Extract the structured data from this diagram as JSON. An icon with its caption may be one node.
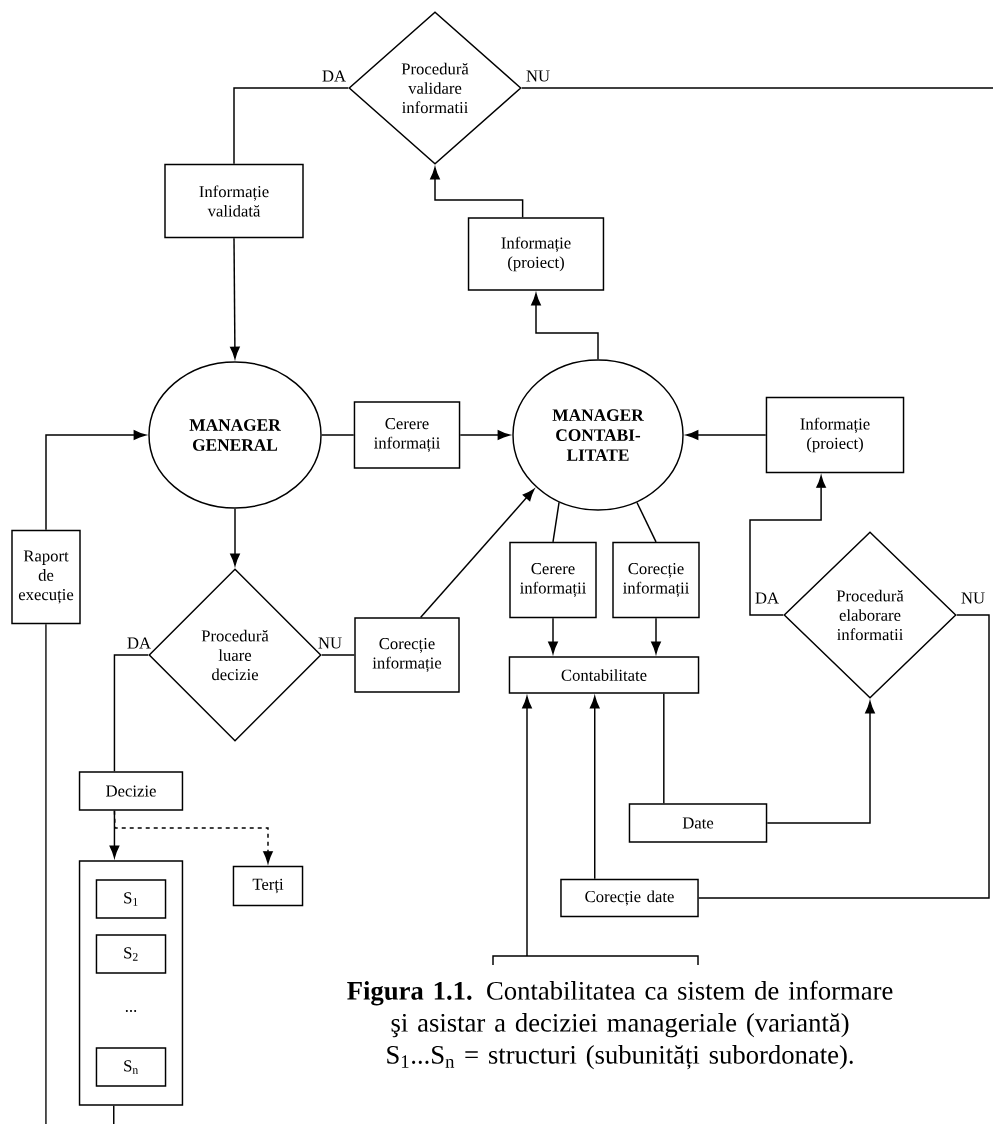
{
  "diagram": {
    "caption": "**Figura 1.1.** Contabilitatea ca sistem de informare şi asistar a deciziei manageriale (variantă) S$_{1}$...S$_{n}$ = structuri (subunități subordonate).",
    "nodes": [
      {
        "text": [
          "Procedură validare informatii"
        ]
      },
      {
        "text": [
          "Informație validată"
        ]
      },
      {
        "text": [
          "Informație (proiect)"
        ]
      },
      {
        "text": [
          "MANAGER GENERAL"
        ]
      },
      {
        "text": [
          "Cerere informații"
        ]
      },
      {
        "text": [
          "MANAGER CONTABI- LITATE"
        ]
      },
      {
        "text": [
          "Informație (proiect)"
        ]
      },
      {
        "text": [
          "Raport de execuție"
        ]
      },
      {
        "text": [
          "Procedură luare decizie"
        ]
      },
      {
        "text": [
          "Corecție informație"
        ]
      },
      {
        "text": [
          "Cerere informații"
        ]
      },
      {
        "text": [
          "Corecție informații"
        ]
      },
      {
        "text": [
          "Contabilitate"
        ]
      },
      {
        "text": [
          "Procedură elaborare informatii"
        ]
      },
      {
        "text": [
          "Decizie"
        ]
      },
      {
        "text": [
          "..."
        ]
      },
      {
        "text": [
          "S$_{1}$"
        ],
        "in": 15
      },
      {
        "text": [
          "S$_{2}$"
        ],
        "in": 15
      },
      {
        "text": [
          "S$_{n}$"
        ],
        "in": 15
      },
      {
        "text": [
          "Terți"
        ]
      },
      {
        "text": [
          "Date"
        ]
      },
      {
        "text": [
          "Corecție date"
        ]
      }
    ],
    "edges": [
      {
        "from": 0,
        "to": 1,
        "arrow": "none",
        "label": "DA"
      },
      {
        "from": 1,
        "to": 3,
        "arrow": "to"
      },
      {
        "from": 0,
        "to": null,
        "arrow": "none",
        "label": "NU"
      },
      {
        "from": 2,
        "to": 0,
        "arrow": "to"
      },
      {
        "from": 5,
        "to": 2,
        "arrow": "to"
      },
      {
        "from": 3,
        "to": 4,
        "arrow": "none"
      },
      {
        "from": 4,
        "to": 5,
        "arrow": "to"
      },
      {
        "from": 6,
        "to": 5,
        "arrow": "to"
      },
      {
        "from": 7,
        "to": 3,
        "arrow": "to"
      },
      {
        "from": 3,
        "to": 8,
        "arrow": "to"
      },
      {
        "from": 8,
        "to": 14,
        "arrow": "none",
        "label": "DA"
      },
      {
        "from": 8,
        "to": 9,
        "arrow": "none",
        "label": "NU"
      },
      {
        "from": 9,
        "to": 5,
        "arrow": "to"
      },
      {
        "from": 5,
        "to": 10,
        "arrow": "none"
      },
      {
        "from": 5,
        "to": 11,
        "arrow": "none"
      },
      {
        "from": 10,
        "to": 12,
        "arrow": "to"
      },
      {
        "from": 11,
        "to": 12,
        "arrow": "to"
      },
      {
        "from": 12,
        "to": 20,
        "arrow": "none"
      },
      {
        "from": 20,
        "to": 13,
        "arrow": "to"
      },
      {
        "from": 13,
        "to": 6,
        "arrow": "to",
        "label": "DA"
      },
      {
        "from": 13,
        "to": 21,
        "arrow": "none",
        "label": "NU"
      },
      {
        "from": 21,
        "to": 12,
        "arrow": "to"
      },
      {
        "from": 14,
        "to": 15,
        "arrow": "to"
      },
      {
        "from": 14,
        "to": 19,
        "arrow": "to",
        "style": "dashed"
      },
      {
        "from": 15,
        "to": null,
        "arrow": "none"
      },
      {
        "from": null,
        "to": 12,
        "arrow": "to"
      },
      {
        "from": 7,
        "to": null,
        "arrow": "none"
      }
    ]
  }
}
